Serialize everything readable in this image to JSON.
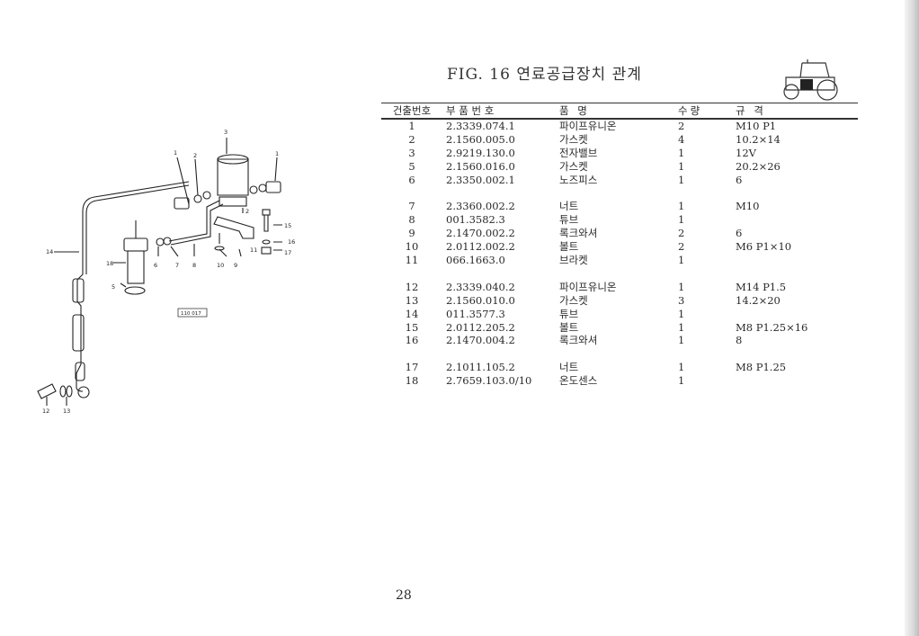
{
  "figure": {
    "title": "FIG. 16 연료공급장치 관계"
  },
  "table": {
    "headers": {
      "no": "건출번호",
      "part_no": "부 품 번 호",
      "name": "품 명",
      "qty": "수량",
      "spec": "규 격"
    },
    "rows": [
      {
        "no": "1",
        "part_no": "2.3339.074.1",
        "name": "파이프유니온",
        "qty": "2",
        "spec": "M10 P1"
      },
      {
        "no": "2",
        "part_no": "2.1560.005.0",
        "name": "가스켓",
        "qty": "4",
        "spec": "10.2×14"
      },
      {
        "no": "3",
        "part_no": "2.9219.130.0",
        "name": "전자밸브",
        "qty": "1",
        "spec": "12V"
      },
      {
        "no": "5",
        "part_no": "2.1560.016.0",
        "name": "가스켓",
        "qty": "1",
        "spec": "20.2×26"
      },
      {
        "no": "6",
        "part_no": "2.3350.002.1",
        "name": "노즈피스",
        "qty": "1",
        "spec": "6"
      },
      {
        "no": "7",
        "part_no": "2.3360.002.2",
        "name": "너트",
        "qty": "1",
        "spec": "M10"
      },
      {
        "no": "8",
        "part_no": "001.3582.3",
        "name": "튜브",
        "qty": "1",
        "spec": ""
      },
      {
        "no": "9",
        "part_no": "2.1470.002.2",
        "name": "록크와셔",
        "qty": "2",
        "spec": "6"
      },
      {
        "no": "10",
        "part_no": "2.0112.002.2",
        "name": "볼트",
        "qty": "2",
        "spec": "M6 P1×10"
      },
      {
        "no": "11",
        "part_no": "066.1663.0",
        "name": "브라켓",
        "qty": "1",
        "spec": ""
      },
      {
        "no": "12",
        "part_no": "2.3339.040.2",
        "name": "파이프유니온",
        "qty": "1",
        "spec": "M14 P1.5"
      },
      {
        "no": "13",
        "part_no": "2.1560.010.0",
        "name": "가스켓",
        "qty": "3",
        "spec": "14.2×20"
      },
      {
        "no": "14",
        "part_no": "011.3577.3",
        "name": "튜브",
        "qty": "1",
        "spec": ""
      },
      {
        "no": "15",
        "part_no": "2.0112.205.2",
        "name": "볼트",
        "qty": "1",
        "spec": "M8 P1.25×16"
      },
      {
        "no": "16",
        "part_no": "2.1470.004.2",
        "name": "록크와셔",
        "qty": "1",
        "spec": "8"
      },
      {
        "no": "17",
        "part_no": "2.1011.105.2",
        "name": "너트",
        "qty": "1",
        "spec": "M8 P1.25"
      },
      {
        "no": "18",
        "part_no": "2.7659.103.0/10",
        "name": "온도센스",
        "qty": "1",
        "spec": ""
      }
    ]
  },
  "diagram": {
    "callouts": [
      "1",
      "2",
      "3",
      "1",
      "2",
      "15",
      "16",
      "11",
      "17",
      "14",
      "18",
      "6",
      "7",
      "8",
      "10",
      "9",
      "5",
      "12",
      "13"
    ],
    "figure_code": "110 017"
  },
  "page": {
    "number": "28"
  }
}
